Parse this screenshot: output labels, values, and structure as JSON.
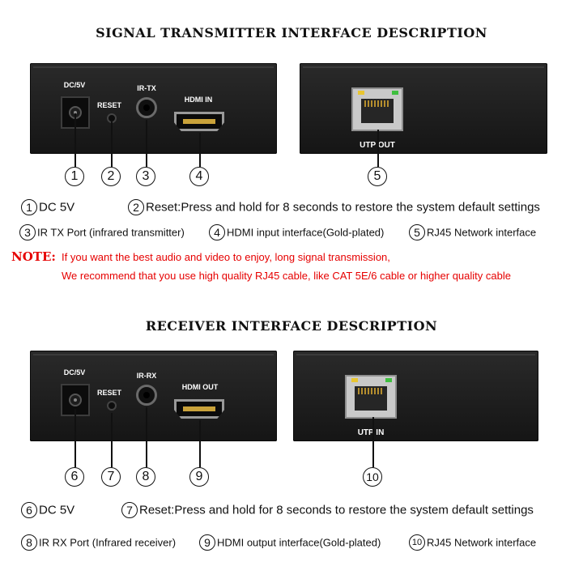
{
  "transmitter": {
    "title": "SIGNAL TRANSMITTER INTERFACE DESCRIPTION",
    "ports": {
      "dc": "DC/5V",
      "reset": "RESET",
      "ir": "IR-TX",
      "hdmi": "HDMI IN",
      "utp": "UTP OUT"
    },
    "markers": [
      "1",
      "2",
      "3",
      "4",
      "5"
    ],
    "legend": {
      "dc": "DC 5V",
      "reset": "Reset:Press and hold for 8 seconds to restore the system default settings",
      "ir": "IR TX Port (infrared transmitter)",
      "hdmi": "HDMI input interface(Gold-plated)",
      "rj45": "RJ45 Network interface"
    }
  },
  "note": {
    "label": "NOTE:",
    "line1": "If you want the best audio and video to enjoy, long signal transmission,",
    "line2": "We recommend that you use high quality RJ45 cable, like CAT 5E/6 cable or higher quality cable"
  },
  "receiver": {
    "title": "RECEIVER INTERFACE DESCRIPTION",
    "ports": {
      "dc": "DC/5V",
      "reset": "RESET",
      "ir": "IR-RX",
      "hdmi": "HDMI OUT",
      "utp": "UTP IN"
    },
    "markers": [
      "6",
      "7",
      "8",
      "9",
      "10"
    ],
    "legend": {
      "dc": "DC 5V",
      "reset": "Reset:Press and hold for 8 seconds to restore the system default settings",
      "ir": "IR RX Port (Infrared receiver)",
      "hdmi": "HDMI output interface(Gold-plated)",
      "rj45": "RJ45 Network interface"
    }
  },
  "colors": {
    "note": "#e60000",
    "panel": "#1c1c1c",
    "led_yellow": "#e8c531",
    "led_green": "#3fbf3f",
    "gold": "#c9a23a"
  }
}
